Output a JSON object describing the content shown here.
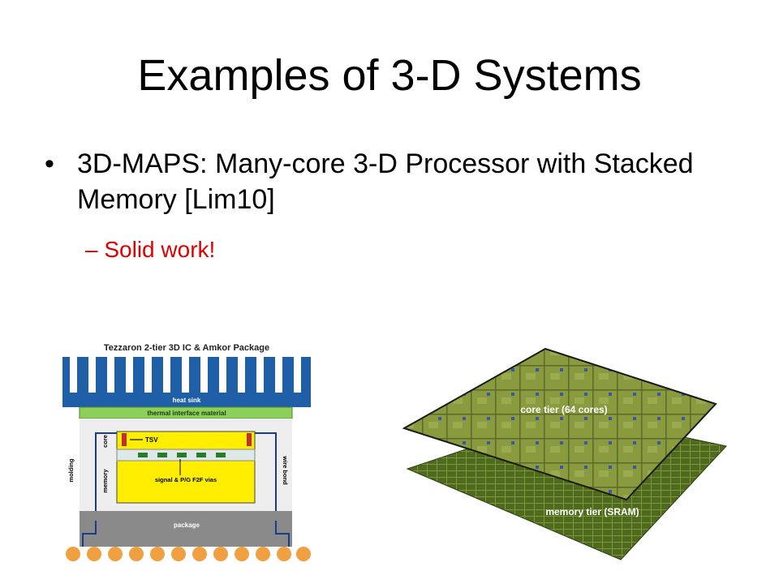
{
  "slide": {
    "title": "Examples of 3-D Systems",
    "bullet": "3D-MAPS: Many-core 3-D Processor with Stacked Memory [Lim10]",
    "bullet_marker": "•",
    "sub_marker": "–",
    "sub_bullet": "Solid work!"
  },
  "left_figure": {
    "caption": "Tezzaron 2-tier 3D IC & Amkor Package",
    "heat_sink": "heat sink",
    "tim": "thermal interface material",
    "tsv": "TSV",
    "signal": "signal & P/G F2F vias",
    "core": "core",
    "memory": "memory",
    "molding": "molding",
    "wire_bond": "wire bond",
    "package": "package"
  },
  "right_figure": {
    "core_tier": "core tier (64 cores)",
    "memory_tier": "memory tier (SRAM)"
  },
  "colors": {
    "heat_sink": "#1f5fa8",
    "tim": "#8ccf5a",
    "die": "#ffee00",
    "package": "#8a8a8a",
    "bump": "#f0a040",
    "sub_bullet": "#e00000",
    "chip_core": "#8a9a3e",
    "chip_memory": "#4f6a1e"
  }
}
